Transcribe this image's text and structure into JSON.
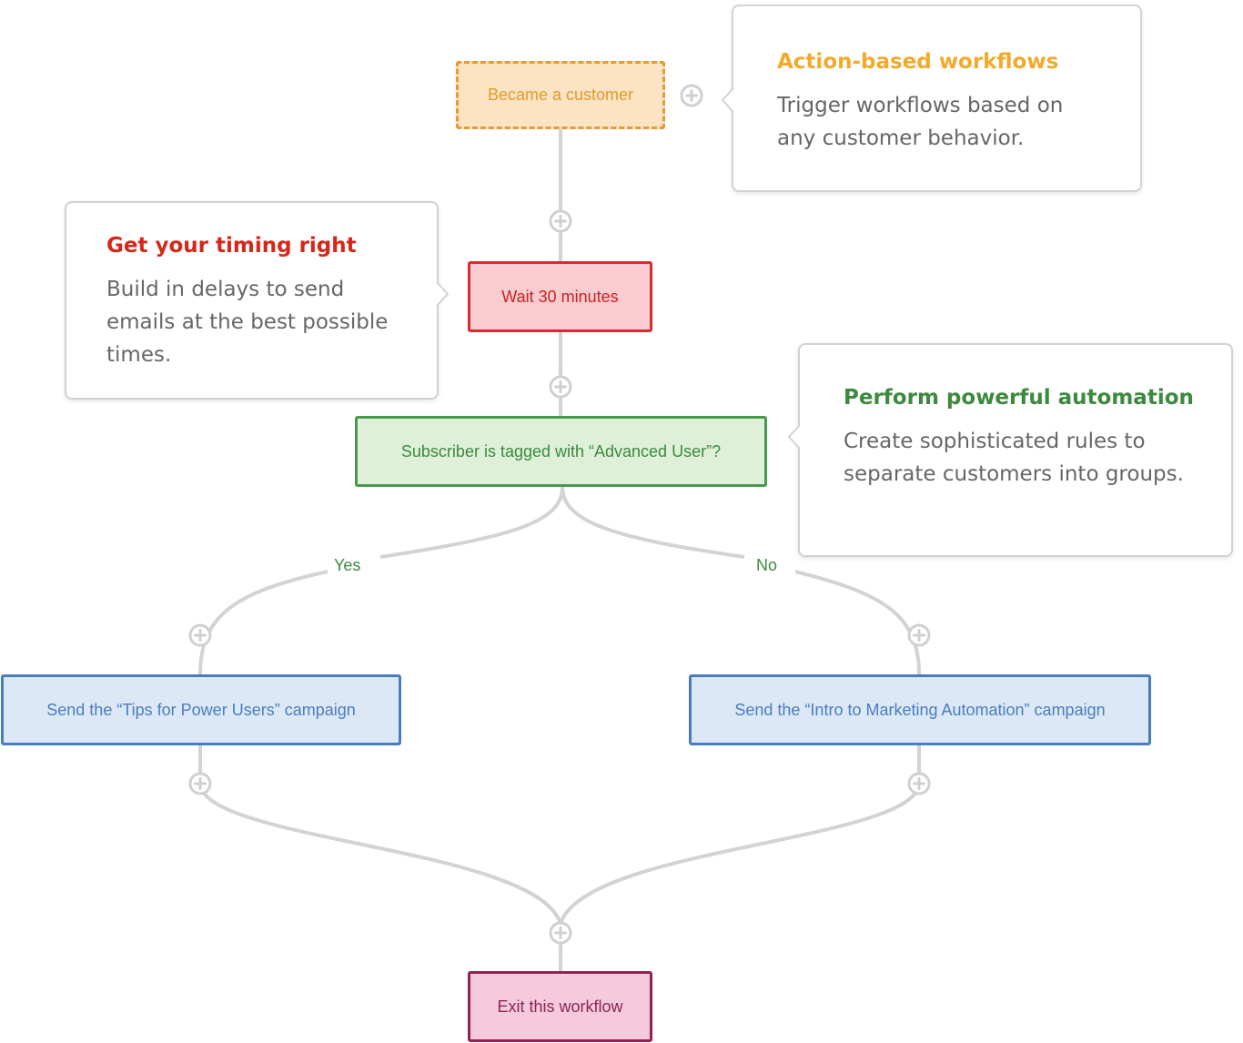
{
  "diagram": {
    "nodes": {
      "trigger": {
        "label": "Became a customer",
        "kind": "trigger"
      },
      "wait": {
        "label": "Wait 30 minutes",
        "kind": "delay"
      },
      "condition": {
        "label": "Subscriber is tagged with “Advanced User”?",
        "kind": "condition"
      },
      "action_yes": {
        "label": "Send the “Tips for Power Users” campaign",
        "kind": "action"
      },
      "action_no": {
        "label": "Send the “Intro to Marketing Automation” campaign",
        "kind": "action"
      },
      "exit": {
        "label": "Exit this workflow",
        "kind": "exit"
      }
    },
    "branches": {
      "yes": "Yes",
      "no": "No"
    },
    "edges": [
      [
        "trigger",
        "wait"
      ],
      [
        "wait",
        "condition"
      ],
      [
        "condition",
        "action_yes"
      ],
      [
        "condition",
        "action_no"
      ],
      [
        "action_yes",
        "exit"
      ],
      [
        "action_no",
        "exit"
      ]
    ],
    "add_step_icon": "plus-circle-icon"
  },
  "callouts": {
    "action": {
      "title": "Action-based workflows",
      "body": "Trigger workflows based on any customer behavior.",
      "title_color": "#f2aa2b"
    },
    "timing": {
      "title": "Get your timing right",
      "body": "Build in delays to send emails at the best possible times.",
      "title_color": "#d62718"
    },
    "automation": {
      "title": "Perform powerful automation",
      "body": "Create sophisticated rules to separate customers into groups.",
      "title_color": "#3c8a3e"
    }
  },
  "colors": {
    "connector": "#cccccc",
    "trigger_border": "#e99a2a",
    "delay_border": "#d92b31",
    "condition_border": "#4a9a4c",
    "action_border": "#4a7dbf",
    "exit_border": "#8e2452"
  }
}
